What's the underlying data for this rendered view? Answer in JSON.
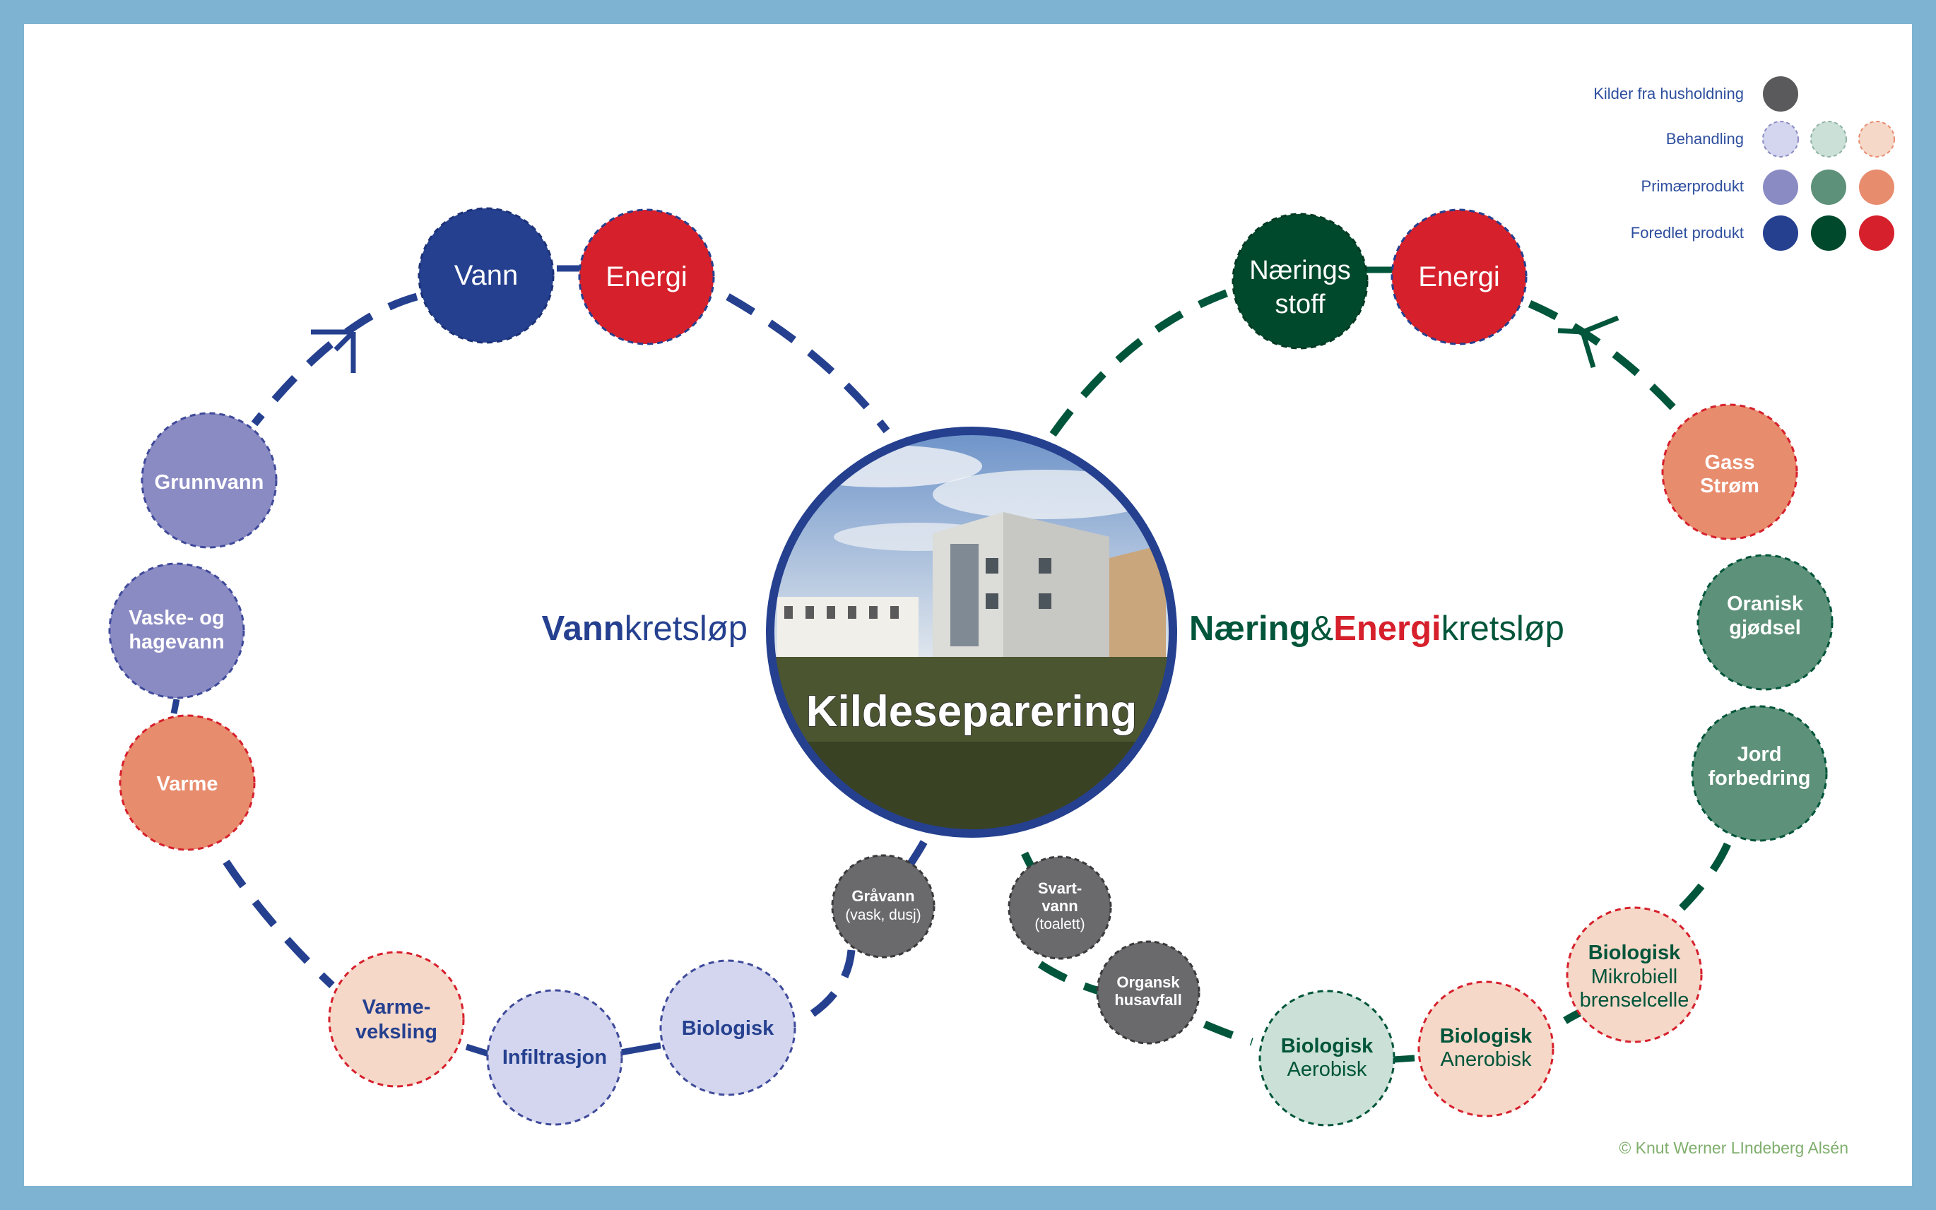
{
  "colors": {
    "border": "#7eb3d1",
    "blue_line": "#25408f",
    "green_line": "#00553a",
    "household": "#6a6a6c",
    "treatment_blue": "#d3d6ee",
    "treatment_green": "#cbe0d6",
    "treatment_orange": "#f6d8c9",
    "primary_blue": "#8b8bc4",
    "primary_green": "#5d9179",
    "primary_orange": "#e88c6e",
    "refined_blue": "#25408f",
    "refined_green": "#00492c",
    "refined_red": "#d6202c"
  },
  "legend": {
    "household": "Kilder fra husholdning",
    "treatment": "Behandling",
    "primary": "Primærprodukt",
    "refined": "Foredlet produkt"
  },
  "center": {
    "title": "Kildeseparering"
  },
  "left_cycle": {
    "title_bold": "Vann",
    "title_rest": "kretsløp"
  },
  "right_cycle": {
    "title_bold1": "Næring",
    "title_amp": "&",
    "title_bold2": "Energi",
    "title_rest": "kretsløp"
  },
  "nodes": {
    "vann": "Vann",
    "energi_left": "Energi",
    "narings_stoff_1": "Nærings",
    "narings_stoff_2": "stoff",
    "energi_right": "Energi",
    "grunnvann": "Grunnvann",
    "vaske_1": "Vaske- og",
    "vaske_2": "hagevann",
    "varme": "Varme",
    "varmeveksling_1": "Varme-",
    "varmeveksling_2": "veksling",
    "infiltrasjon": "Infiltrasjon",
    "biologisk_left": "Biologisk",
    "gravann_1": "Gråvann",
    "gravann_2": "(vask, dusj)",
    "svartvann_1": "Svart-",
    "svartvann_2": "vann",
    "svartvann_3": "(toalett)",
    "organsk_1": "Organsk",
    "organsk_2": "husavfall",
    "aerobisk_1": "Biologisk",
    "aerobisk_2": "Aerobisk",
    "anerobisk_1": "Biologisk",
    "anerobisk_2": "Anerobisk",
    "mikrobiell_1": "Biologisk",
    "mikrobiell_2": "Mikrobiell",
    "mikrobiell_3": "brenselcelle",
    "jord_1": "Jord",
    "jord_2": "forbedring",
    "gjodsel_1": "Oranisk",
    "gjodsel_2": "gjødsel",
    "gass_1": "Gass",
    "gass_2": "Strøm"
  },
  "copyright": "© Knut Werner LIndeberg Alsén"
}
